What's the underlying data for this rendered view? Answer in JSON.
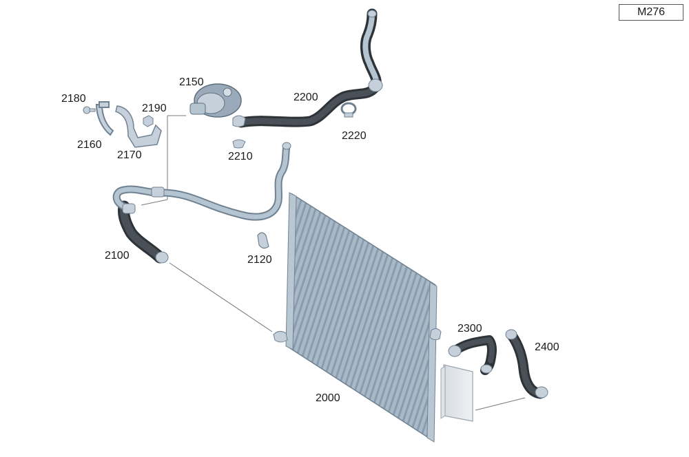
{
  "model_code": "M276",
  "colors": {
    "hose_dark": "#3a3f45",
    "pipe_light": "#a9b9c8",
    "pipe_edge": "#6f8191",
    "radiator_fill": "#a4b6c6",
    "radiator_fin": "#8396a8",
    "leader_line": "#777777"
  },
  "parts": [
    {
      "id": "p2000",
      "number": "2000"
    },
    {
      "id": "p2100",
      "number": "2100"
    },
    {
      "id": "p2120",
      "number": "2120"
    },
    {
      "id": "p2150",
      "number": "2150"
    },
    {
      "id": "p2160",
      "number": "2160"
    },
    {
      "id": "p2170",
      "number": "2170"
    },
    {
      "id": "p2180",
      "number": "2180"
    },
    {
      "id": "p2190",
      "number": "2190"
    },
    {
      "id": "p2200",
      "number": "2200"
    },
    {
      "id": "p2210",
      "number": "2210"
    },
    {
      "id": "p2220",
      "number": "2220"
    },
    {
      "id": "p2300",
      "number": "2300"
    },
    {
      "id": "p2400",
      "number": "2400"
    }
  ]
}
